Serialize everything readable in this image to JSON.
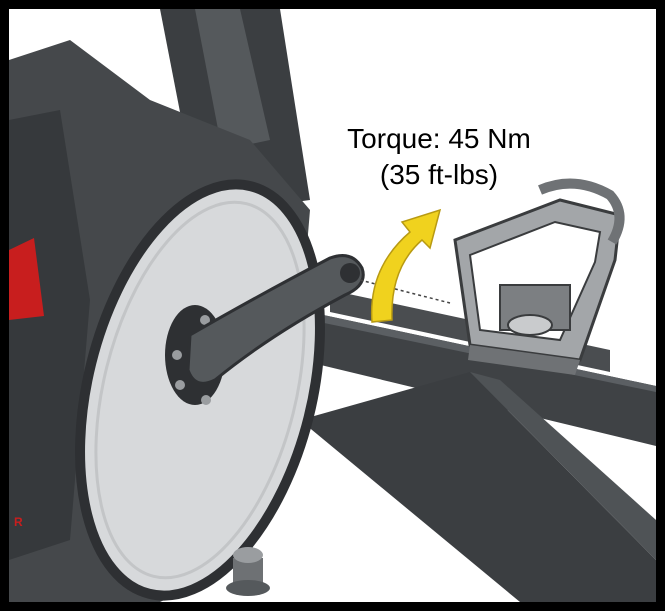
{
  "figure": {
    "torque_label": "Torque: 45 Nm",
    "torque_label_imperial": "(35 ft-lbs)"
  },
  "colors": {
    "frame_border": "#000000",
    "metal_dark": "#3e4144",
    "metal_mid": "#55595c",
    "disc": "#d7d9db",
    "arrow": "#f0d21e",
    "accent_red": "#c81e1e",
    "pedal": "#8c8f92"
  },
  "icons": {
    "rotation_arrow": "curved-arrow-clockwise",
    "pedal": "bike-pedal",
    "crank_arm": "crank-arm"
  }
}
